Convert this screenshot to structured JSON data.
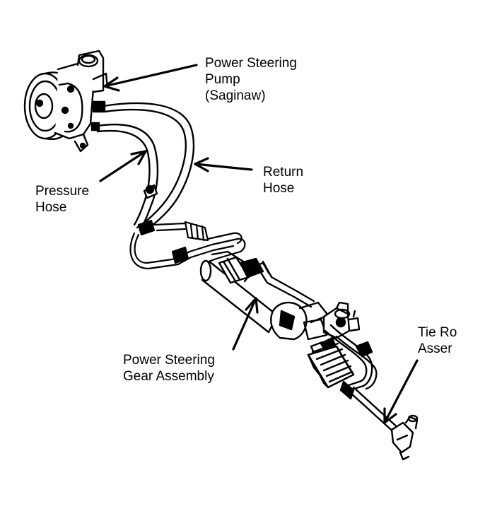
{
  "labels": {
    "pump": "Power Steering\nPump\n(Saginaw)",
    "pressure_hose": "Pressure\nHose",
    "return_hose": "Return\nHose",
    "gear_assembly": "Power Steering\nGear Assembly",
    "tie_rod": "Tie Ro\nAsser"
  }
}
